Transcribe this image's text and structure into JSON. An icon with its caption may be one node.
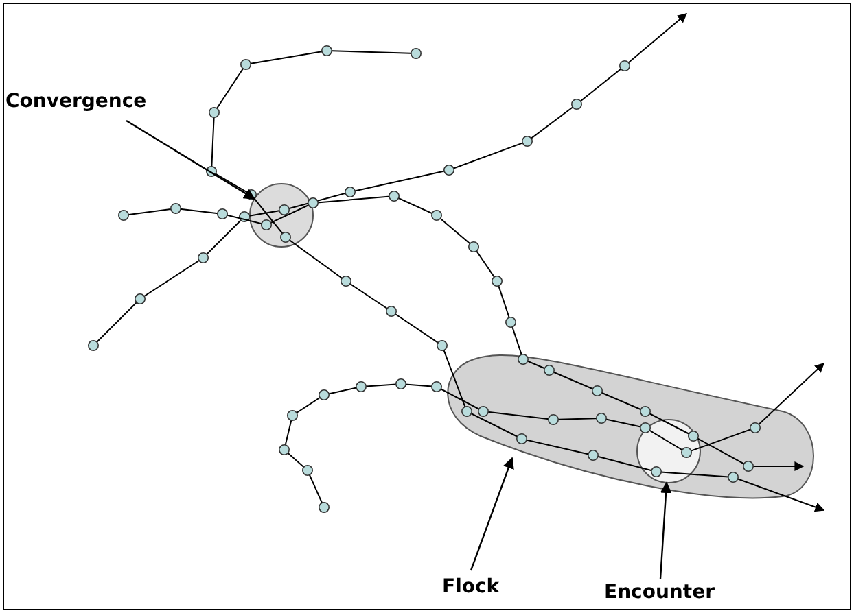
{
  "diagram": {
    "nodes": [
      {
        "text": [
          "Convergence"
        ]
      },
      {
        "text": [],
        "shape": "circle"
      },
      {
        "text": [
          "Flock"
        ]
      },
      {
        "text": [],
        "shape": "oval"
      },
      {
        "text": [
          "Encounter"
        ]
      },
      {
        "text": [],
        "shape": "circle",
        "in": 3
      }
    ],
    "edges": [
      {
        "from": 0,
        "to": 1,
        "arrow": "to"
      },
      {
        "from": 2,
        "to": 3,
        "arrow": "to"
      },
      {
        "from": 4,
        "to": 5,
        "arrow": "to"
      }
    ]
  }
}
